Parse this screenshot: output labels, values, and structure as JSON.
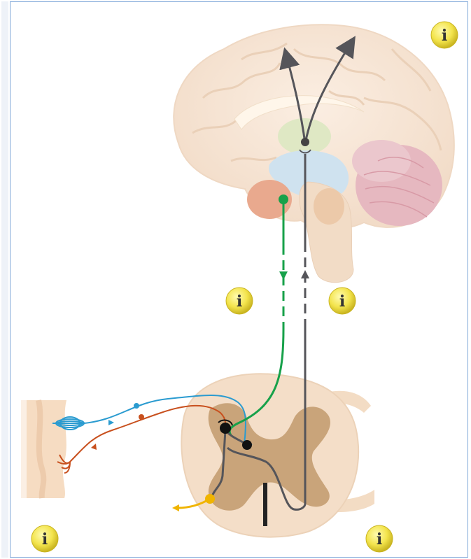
{
  "info_buttons": [
    {
      "id": "brain",
      "glyph": "i"
    },
    {
      "id": "descending",
      "glyph": "i"
    },
    {
      "id": "ascending",
      "glyph": "i"
    },
    {
      "id": "periphery",
      "glyph": "i"
    },
    {
      "id": "spinal-cord",
      "glyph": "i"
    }
  ],
  "colors": {
    "frame_border": "#7fa7d8",
    "ascending_path": "#55555a",
    "descending_path": "#17a14a",
    "afferent_blue": "#2a9bd0",
    "afferent_red": "#c8501e",
    "efferent_yellow": "#f0b400",
    "brain_tissue": "#f6e3d2",
    "spinal_grey_matter": "#c9a47a",
    "info_button": "#f3e44c"
  }
}
